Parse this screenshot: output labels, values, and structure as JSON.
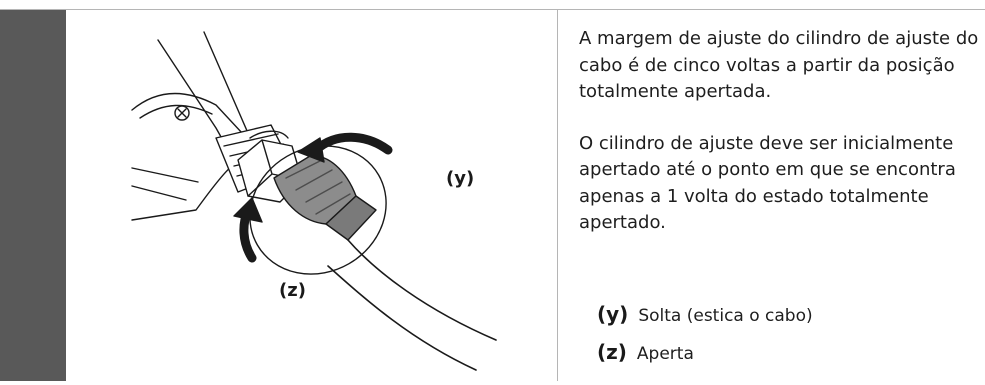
{
  "illustration": {
    "label_y": "(y)",
    "label_z": "(z)"
  },
  "text": {
    "paragraph_1": "A margem de ajuste do cilindro de ajuste do cabo é de cinco voltas a partir da posição totalmente apertada.",
    "paragraph_2": "O cilindro de ajuste deve ser inicialmente apertado até o ponto em que se encontra apenas a 1 volta do estado totalmente apertado."
  },
  "legend": [
    {
      "key": "(y)",
      "text": "Solta (estica o cabo)"
    },
    {
      "key": "(z)",
      "text": "Aperta"
    }
  ],
  "colors": {
    "sidebar": "#595959",
    "rule": "#b5b5b5",
    "text": "#1e1e1e"
  }
}
